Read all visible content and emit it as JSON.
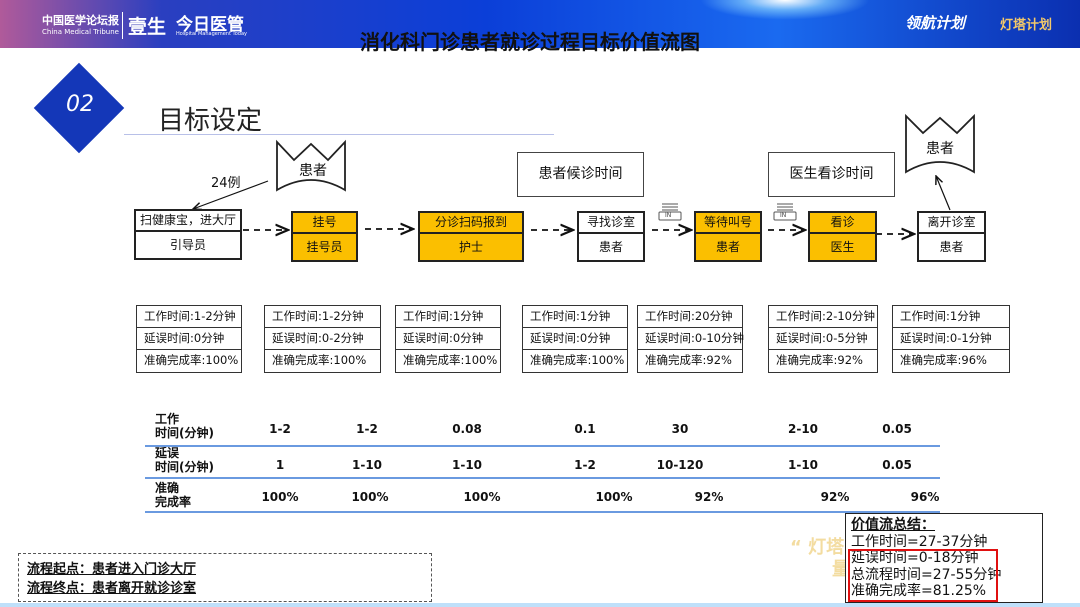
{
  "header": {
    "logo_left": "中国医学论坛报",
    "logo_left_sub": "China Medical Tribune",
    "logo_yisheng": "壹生",
    "logo_jinri": "今日医管",
    "logo_jinri_sub": "Hospital Management Today",
    "logo_right_1": "领航计划",
    "logo_right_2": "灯塔计划",
    "title": "消化科门诊患者就诊过程目标价值流图"
  },
  "section": {
    "number": "02",
    "title": "目标设定"
  },
  "flow": {
    "source_label": "患者",
    "sink_label": "患者",
    "case_count": "24例",
    "wait_labels": [
      "患者候诊时间",
      "医生看诊时间"
    ],
    "inventory_icon_text": "IN",
    "steps": [
      {
        "name": "扫健康宝，进大厅",
        "role": "引导员",
        "highlight": false
      },
      {
        "name": "挂号",
        "role": "挂号员",
        "highlight": true
      },
      {
        "name": "分诊扫码报到",
        "role": "护士",
        "highlight": true
      },
      {
        "name": "寻找诊室",
        "role": "患者",
        "highlight": false
      },
      {
        "name": "等待叫号",
        "role": "患者",
        "highlight": true
      },
      {
        "name": "看诊",
        "role": "医生",
        "highlight": true
      },
      {
        "name": "离开诊室",
        "role": "患者",
        "highlight": false
      }
    ],
    "info": [
      [
        "工作时间:1-2分钟",
        "延误时间:0分钟",
        "准确完成率:100%"
      ],
      [
        "工作时间:1-2分钟",
        "延误时间:0-2分钟",
        "准确完成率:100%"
      ],
      [
        "工作时间:1分钟",
        "延误时间:0分钟",
        "准确完成率:100%"
      ],
      [
        "工作时间:1分钟",
        "延误时间:0分钟",
        "准确完成率:100%"
      ],
      [
        "工作时间:20分钟",
        "延误时间:0-10分钟",
        "准确完成率:92%"
      ],
      [
        "工作时间:2-10分钟",
        "延误时间:0-5分钟",
        "准确完成率:92%"
      ],
      [
        "工作时间:1分钟",
        "延误时间:0-1分钟",
        "准确完成率:96%"
      ]
    ]
  },
  "table": {
    "rows": [
      {
        "label1": "工作",
        "label2": "时间(分钟)",
        "values": [
          "1-2",
          "1-2",
          "0.08",
          "0.1",
          "30",
          "2-10",
          "0.05"
        ]
      },
      {
        "label1": "延误",
        "label2": "时间(分钟)",
        "values": [
          "1",
          "1-10",
          "1-10",
          "1-2",
          "10-120",
          "1-10",
          "0.05"
        ]
      },
      {
        "label1": "准确",
        "label2": "完成率",
        "values": [
          "100%",
          "100%",
          "100%",
          "100%",
          "92%",
          "92%",
          "96%"
        ]
      }
    ]
  },
  "summary": {
    "title": "价值流总结：",
    "work": "工作时间=27-37分钟",
    "delay": "延误时间=0-18分钟",
    "total": "总流程时间=27-55分钟",
    "accuracy": "准确完成率=81.25%"
  },
  "watermark": {
    "line1": "“ 灯塔",
    "line2": "量"
  },
  "scope": {
    "start": "流程起点：患者进入门诊大厅",
    "end": "流程终点：患者离开就诊诊室"
  },
  "colors": {
    "highlight": "#fbbf00",
    "accent": "#1437b8",
    "red": "#e01010"
  }
}
